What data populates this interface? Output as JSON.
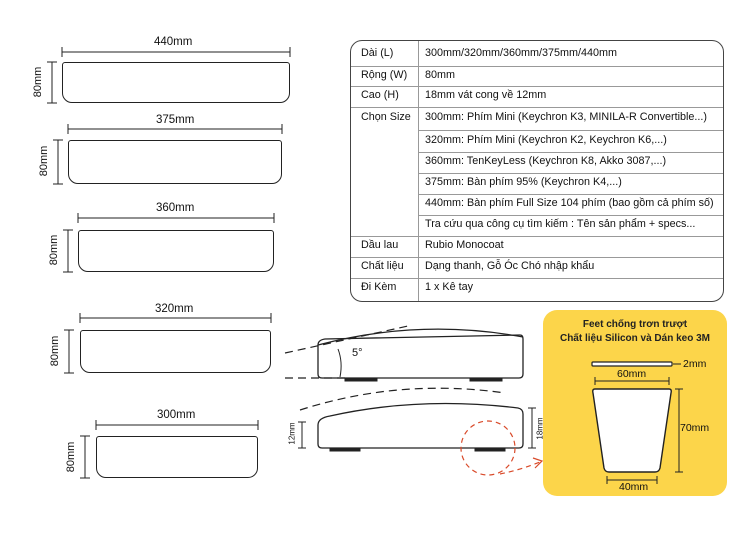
{
  "rests": [
    {
      "width_label": "440mm",
      "height_label": "80mm"
    },
    {
      "width_label": "375mm",
      "height_label": "80mm"
    },
    {
      "width_label": "360mm",
      "height_label": "80mm"
    },
    {
      "width_label": "320mm",
      "height_label": "80mm"
    },
    {
      "width_label": "300mm",
      "height_label": "80mm"
    }
  ],
  "spec": {
    "rows": [
      {
        "key": "Dài (L)",
        "value": "300mm/320mm/360mm/375mm/440mm"
      },
      {
        "key": "Rộng (W)",
        "value": "80mm"
      },
      {
        "key": "Cao (H)",
        "value": "18mm vát cong về 12mm"
      },
      {
        "key": "Chọn Size",
        "value": "300mm: Phím Mini (Keychron K3, MINILA-R Convertible...)"
      },
      {
        "key": "",
        "value": "320mm: Phím Mini (Keychron K2, Keychron K6,...)"
      },
      {
        "key": "",
        "value": "360mm: TenKeyLess (Keychron K8, Akko 3087,...)"
      },
      {
        "key": "",
        "value": "375mm: Bàn phím 95% (Keychron K4,...)"
      },
      {
        "key": "",
        "value": "440mm: Bàn phím Full Size 104 phím (bao gồm cả phím số)"
      },
      {
        "key": "",
        "value": "Tra cứu qua công cụ tìm kiếm : Tên sản phẩm + specs..."
      },
      {
        "key": "Dầu lau",
        "value": "Rubio Monocoat"
      },
      {
        "key": "Chất liệu",
        "value": "Dạng thanh, Gỗ Óc Chó nhập khẩu"
      },
      {
        "key": "Đi Kèm",
        "value": "1 x Kê tay"
      }
    ]
  },
  "side_view": {
    "angle_label": "5°",
    "low_height": "12mm",
    "high_height": "18mm"
  },
  "feet": {
    "title_line1": "Feet chống trơn trượt",
    "title_line2": "Chất liệu Silicon và Dán keo 3M",
    "top_width": "60mm",
    "bottom_width": "40mm",
    "height": "70mm",
    "thickness": "2mm"
  }
}
